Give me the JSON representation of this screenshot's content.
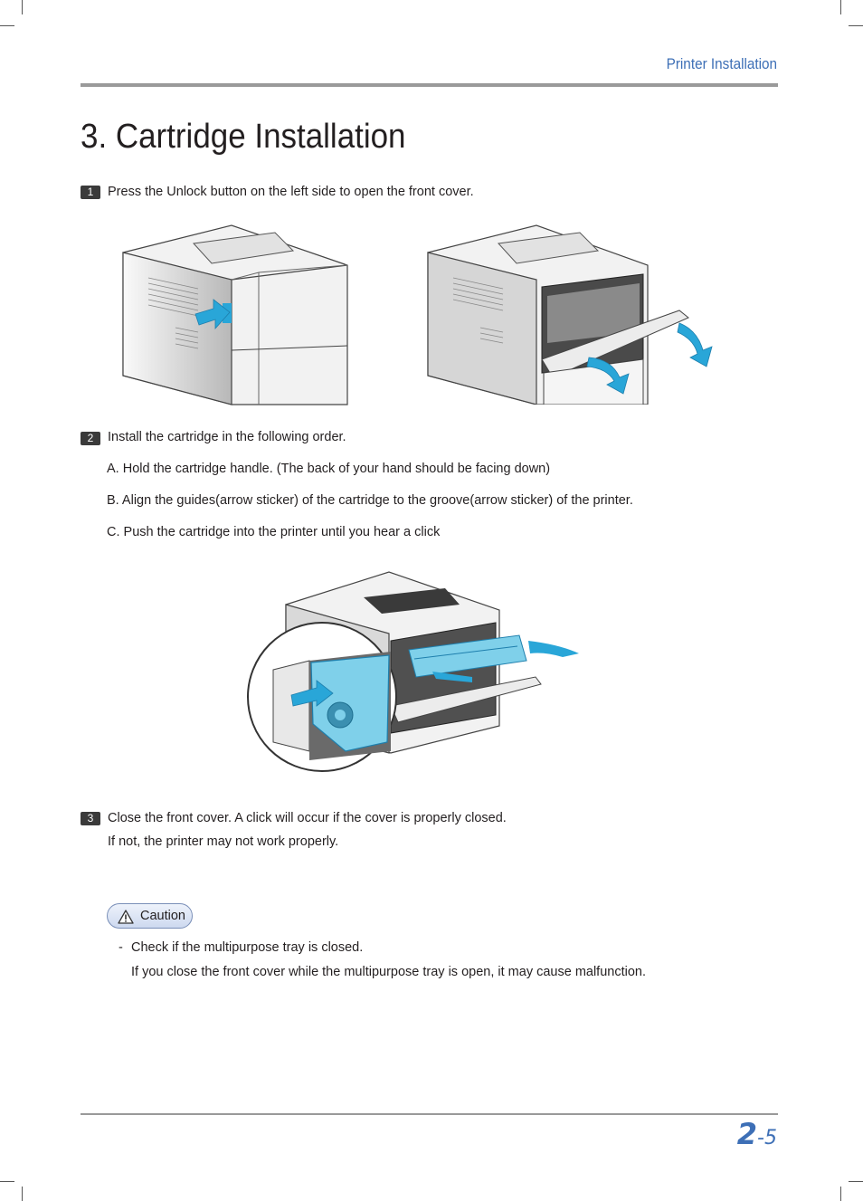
{
  "header": {
    "section": "Printer Installation"
  },
  "title": "3. Cartridge Installation",
  "steps": [
    {
      "number": "1",
      "text": "Press the Unlock button on the left side to open the front cover."
    },
    {
      "number": "2",
      "text": "Install the cartridge in the following order.",
      "substeps": [
        "A. Hold the cartridge handle. (The back of your hand should be facing down)",
        "B. Align the guides(arrow sticker) of the cartridge to the groove(arrow sticker) of the printer.",
        "C. Push the cartridge into the printer until you hear a click"
      ]
    },
    {
      "number": "3",
      "text": "Close the front cover. A click will occur if the cover is properly closed.",
      "text2": "If not, the printer may not work properly."
    }
  ],
  "caution": {
    "label": "Caution",
    "icon": "warning-triangle-icon",
    "items": [
      {
        "bullet": "-",
        "text": "Check if the multipurpose tray is closed.",
        "text2": "If you close the front cover while the multipurpose tray is open, it may cause malfunction."
      }
    ]
  },
  "footer": {
    "chapter": "2",
    "separator": "-",
    "page": "5"
  },
  "colors": {
    "accent": "#3d6fb6",
    "cartridge": "#7fd0ea",
    "arrow": "#29a6d8"
  }
}
